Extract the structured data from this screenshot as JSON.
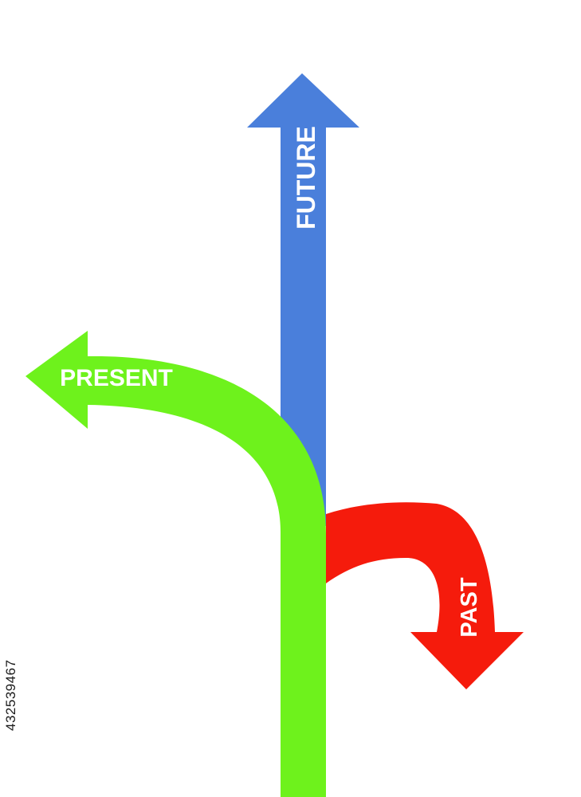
{
  "arrows": {
    "future": {
      "label": "FUTURE",
      "color": "#4a7fdb"
    },
    "present": {
      "label": "PRESENT",
      "color": "#6ef21c"
    },
    "past": {
      "label": "PAST",
      "color": "#f51b0c"
    }
  },
  "watermark": {
    "id": "432539467"
  }
}
